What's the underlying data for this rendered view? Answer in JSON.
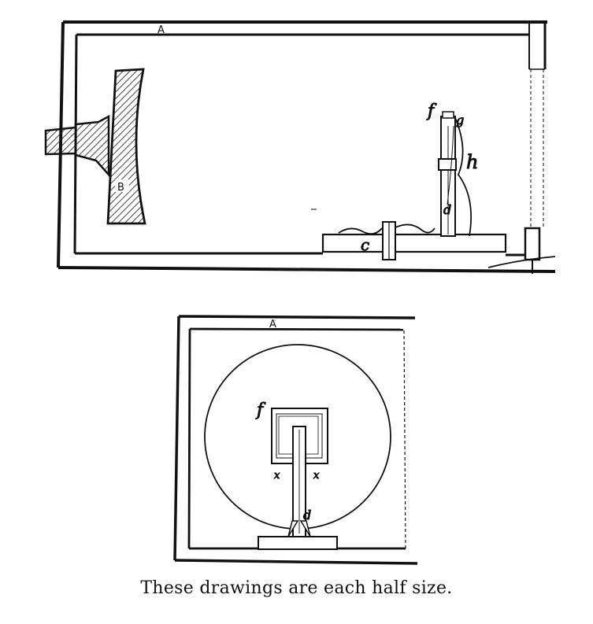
{
  "figure": {
    "top_view": {
      "labels": {
        "enclosure": "A",
        "disc": "B",
        "base": "c",
        "cap_f": "f",
        "cap_g": "g",
        "wire": "h",
        "post": "d"
      }
    },
    "front_view": {
      "labels": {
        "enclosure": "A",
        "cap": "f",
        "post": "d",
        "mark_left": "x",
        "mark_right": "x"
      }
    },
    "caption": "These drawings are each half size."
  }
}
